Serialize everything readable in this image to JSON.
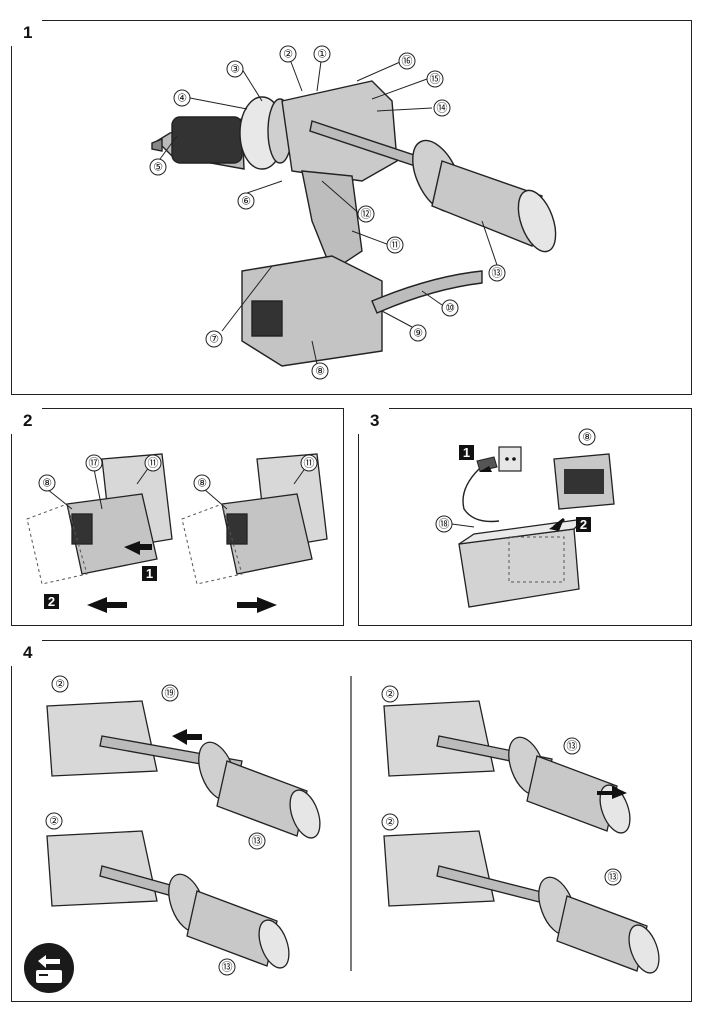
{
  "panels": [
    {
      "number": "1"
    },
    {
      "number": "2"
    },
    {
      "number": "3"
    },
    {
      "number": "4"
    }
  ],
  "callouts": {
    "c1": "①",
    "c2": "②",
    "c3": "③",
    "c4": "④",
    "c5": "⑤",
    "c6": "⑥",
    "c7": "⑦",
    "c8": "⑧",
    "c9": "⑨",
    "c10": "⑩",
    "c11": "⑪",
    "c12": "⑫",
    "c13": "⑬",
    "c14": "⑭",
    "c15": "⑮",
    "c16": "⑯",
    "c17": "⑰",
    "c18": "⑱",
    "c19": "⑲"
  },
  "steps": {
    "s1": "1",
    "s2": "2"
  },
  "icons": {
    "back": "back-arrow-icon"
  }
}
